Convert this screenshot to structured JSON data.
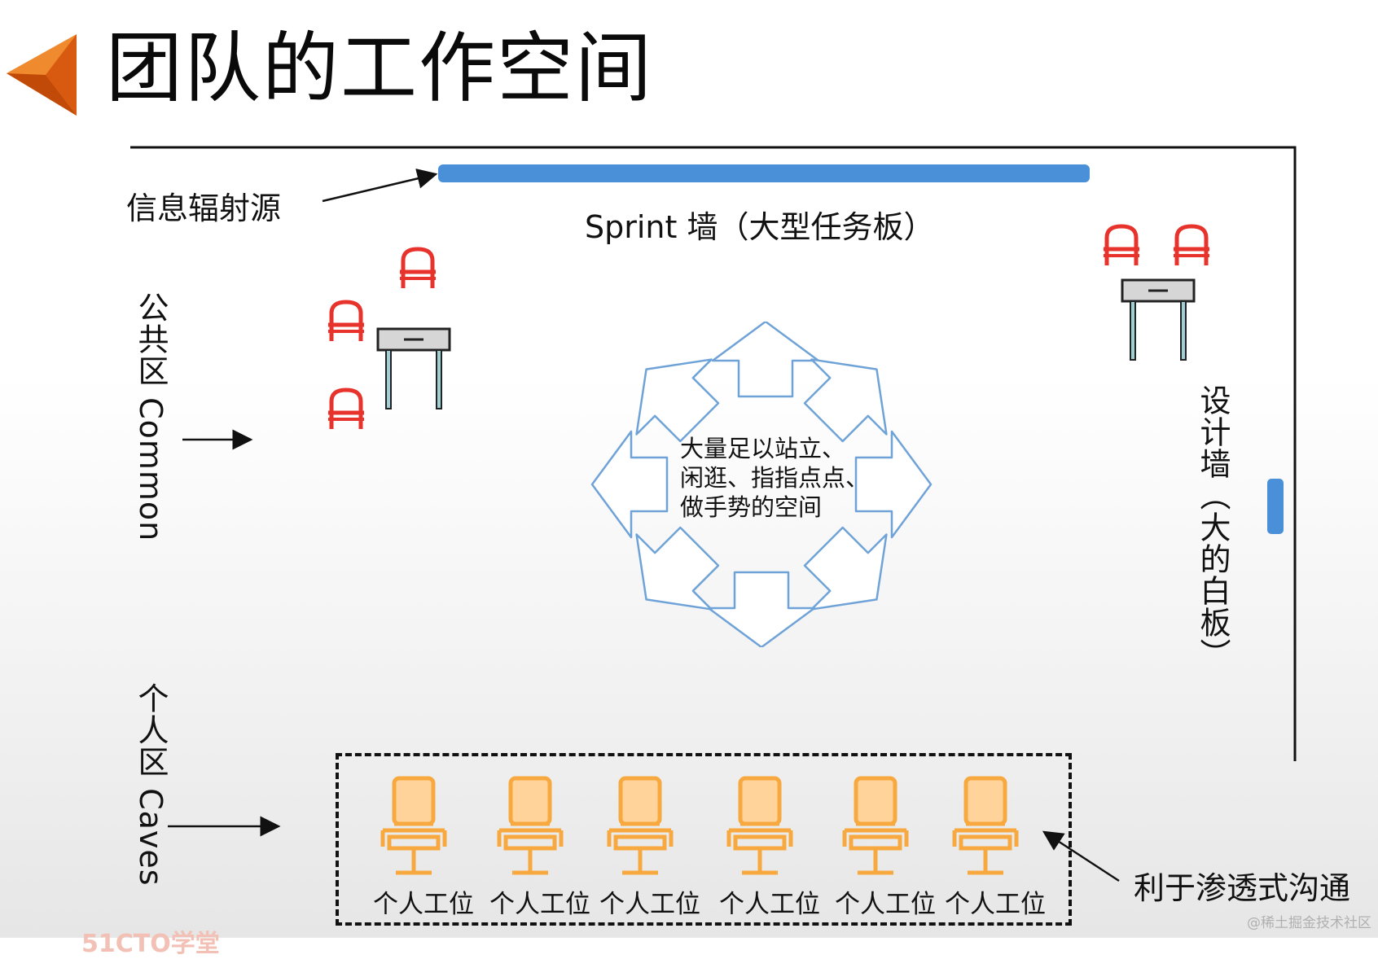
{
  "title": "团队的工作空间",
  "labels": {
    "info_radiator": "信息辐射源",
    "sprint_wall": "Sprint  墙（大型任务板）",
    "common_zone": "公共区 Common",
    "design_wall": "设计墙（大的白板）",
    "caves_zone": "个人区 Caves",
    "osmotic": "利于渗透式沟通"
  },
  "circle_text": [
    "大量足以站立、",
    "闲逛、指指点点、",
    "做手势的空间"
  ],
  "workstations": [
    "个人工位",
    "个人工位",
    "个人工位",
    "个人工位",
    "个人工位",
    "个人工位"
  ],
  "watermark": "@稀土掘金技术社区",
  "logo_strip": "51CTO学堂",
  "colors": {
    "wall_blue": "#4a90d9",
    "chair_red": "#e8322c",
    "chair_orange": "#f7a940",
    "arrow_outline": "#6fa3d8",
    "accent_orange": "#e86a1a"
  }
}
